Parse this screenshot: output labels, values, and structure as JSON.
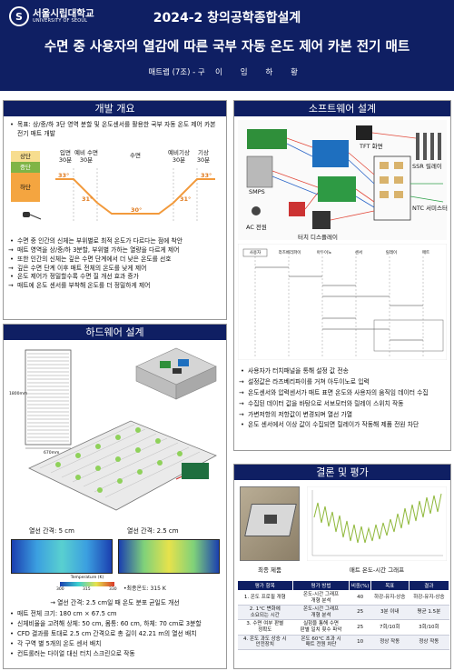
{
  "header": {
    "logo_text": "서울시립대학교",
    "logo_sub": "UNIVERSITY OF SEOUL",
    "logo_seal": "S",
    "course": "2024-2 창의공학종합설계",
    "title": "수면 중 사용자의 열감에 따른 국부 자동 온도 제어 카본 전기 매트",
    "team_prefix": "매트랩 (7조) - 구",
    "team_names": [
      "이",
      "임",
      "하",
      "황"
    ]
  },
  "overview": {
    "title": "개발 개요",
    "goal": "목표: 상/중/하 3단 영역 분할 및 온도센서를 활용한 국부 자동 온도 제어 카본 전기 매트 개발",
    "zones": [
      "상단",
      "중단",
      "하단"
    ],
    "phases": {
      "entry": "입면\n30분",
      "pre_sleep": "예비 수면\n30분",
      "sleep": "수면",
      "pre_wake": "예비기상\n30분",
      "wake": "기상\n30분"
    },
    "temps": [
      "33°",
      "31°",
      "30°",
      "31°",
      "33°"
    ],
    "bullets": [
      {
        "t": "b",
        "text": "수면 중 인간의 신체는 부위별로 최적 온도가 다르다는 점에 착안"
      },
      {
        "t": "a",
        "text": "매트 영역을 상/중/하 3분할, 부위별 가하는 열량을 다르게 제어"
      },
      {
        "t": "b",
        "text": "또한 인간의 신체는 깊은 수면 단계에서 더 낮은 온도를 선호"
      },
      {
        "t": "a",
        "text": "깊은 수면 단계 이후 매트 전체의 온도를 낮게 제어"
      },
      {
        "t": "b",
        "text": "온도 제어가 정밀할수록 수면 질 개선 효과 증가"
      },
      {
        "t": "a",
        "text": "매트에 온도 센서를 부착해 온도를 더 정밀하게 제어"
      }
    ]
  },
  "software": {
    "title": "소프트웨어 설계",
    "labels": {
      "smps": "SMPS",
      "ac": "AC 전원",
      "display": "터치 디스플레이",
      "sensor": "NTC 서미스터",
      "tft": "TFT 화면",
      "relay": "SSR 릴레이"
    },
    "seq_lanes": [
      "사용자",
      "라즈베리파이",
      "아두이노",
      "센서",
      "릴레이",
      "매트"
    ],
    "bullets": [
      {
        "t": "b",
        "text": "사용자가 터치패널을 통해 설정 값 전송"
      },
      {
        "t": "a",
        "text": "설정값은 라즈베리파이를 거쳐 아두이노로 입력"
      },
      {
        "t": "a",
        "text": "온도센서와 압력센서가 매트 표면 온도와 사용자의 움직임 데이터 수집"
      },
      {
        "t": "a",
        "text": "수집된 데이터 값을 바탕으로 서보모터와 릴레이 스위치 작동"
      },
      {
        "t": "a",
        "text": "가변저항의 저항값이 변경되며 열선 가열"
      },
      {
        "t": "b",
        "text": "온도 센서에서 이상 값이 수집되면 릴레이가 작동해 제품 전원 차단"
      }
    ]
  },
  "hardware": {
    "title": "하드웨어 설계",
    "dim_v": "1800mm",
    "dim_h": "670mm",
    "spacing_a": "열선 간격: 5 cm",
    "spacing_b": "열선 간격: 2.5 cm",
    "temp_legend": "Temperature (K)",
    "temp_ticks": [
      "300",
      "315",
      "330"
    ],
    "max_temp": "•최종온도: 315 K",
    "conclusion": "→ 열선 간격: 2.5 cm일 때 온도 분포 균일도 개선",
    "bullets": [
      {
        "t": "b",
        "text": "매트 전체 크기: 180 cm × 67.5 cm"
      },
      {
        "t": "b",
        "text": "신체비율을 고려해 상체: 50 cm, 몸통: 60 cm, 하체: 70 cm로 3분할"
      },
      {
        "t": "b",
        "text": "CFD 결과를 토대로 2.5 cm 간격으로 총 길이 42.21 m의 열선 배치"
      },
      {
        "t": "b",
        "text": "각 구역 별 5개의 온도 센서 배치"
      },
      {
        "t": "b",
        "text": "컨트롤러는 다이얼 대신 터치 스크린으로 작동"
      }
    ]
  },
  "results": {
    "title": "결론 및 평가",
    "photo_caption": "최종 제품",
    "graph_caption": "매트 온도-시간 그래프",
    "table_headers": [
      "평가 항목",
      "평가 방법",
      "비중(%)",
      "목표",
      "결과"
    ],
    "table_rows": [
      [
        "1. 온도 프로필 개형",
        "온도-시간 그래프\n개형 분석",
        "40",
        "하강-유지-상승",
        "하강-유지-상승"
      ],
      [
        "2. 1°C 변화에\n소요되는 시간",
        "온도-시간 그래프\n개형 분석",
        "25",
        "3분 이내",
        "평균 1.5분"
      ],
      [
        "3. 수면 여부 판별\n정확도",
        "실험을 통해 수면\n판별 일치 횟수 파악",
        "25",
        "7회/10회",
        "3회/10회"
      ],
      [
        "4. 온도 과도 상승 시\n안전장치",
        "온도 60°C 초과 시\n매트 전원 차단",
        "10",
        "정상 작동",
        "정상 작동"
      ]
    ]
  },
  "colors": {
    "header_bg": "#0f1f63",
    "zone_top": "#f7dd8f",
    "zone_mid": "#7fb446",
    "zone_bottom": "#f4a540",
    "profile_orange": "#f29a3c",
    "graph_green": "#8fb83a"
  }
}
